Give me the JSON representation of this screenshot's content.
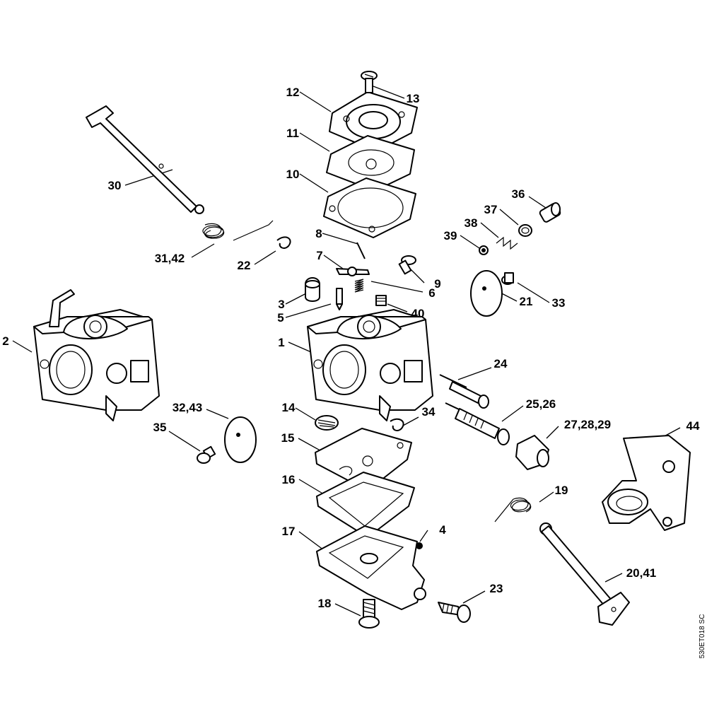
{
  "diagram": {
    "drawing_code": "530ET018 SC",
    "labels": {
      "p1": "1",
      "p2": "2",
      "p3": "3",
      "p4": "4",
      "p5": "5",
      "p6": "6",
      "p7": "7",
      "p8": "8",
      "p9": "9",
      "p10": "10",
      "p11": "11",
      "p12": "12",
      "p13": "13",
      "p14": "14",
      "p15": "15",
      "p16": "16",
      "p17": "17",
      "p18": "18",
      "p19": "19",
      "p20_41": "20,41",
      "p21": "21",
      "p22": "22",
      "p23": "23",
      "p24": "24",
      "p25_26": "25,26",
      "p27_28_29": "27,28,29",
      "p30": "30",
      "p31_42": "31,42",
      "p32_43": "32,43",
      "p33": "33",
      "p34": "34",
      "p35": "35",
      "p36": "36",
      "p37": "37",
      "p38": "38",
      "p39": "39",
      "p40": "40",
      "p44": "44"
    }
  }
}
